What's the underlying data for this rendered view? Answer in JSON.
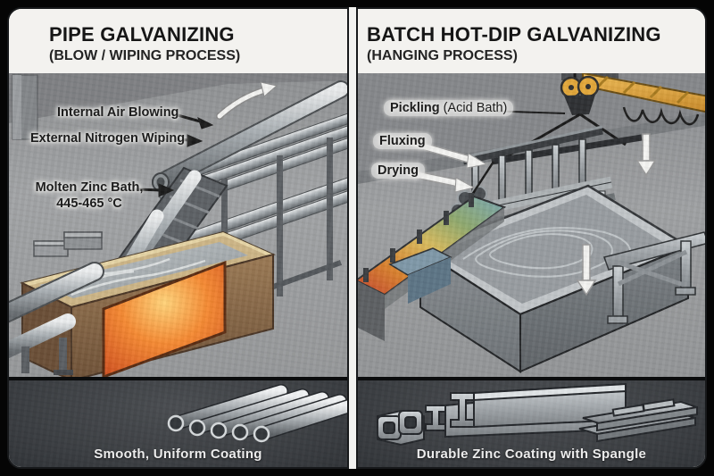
{
  "left_panel": {
    "title": "PIPE GALVANIZING",
    "subtitle": "(BLOW / WIPING PROCESS)",
    "labels": {
      "internal_air_blowing": "Internal Air Blowing",
      "external_nitrogen_wiping": "External Nitrogen Wiping",
      "molten_zinc_bath_line1": "Molten Zinc Bath,",
      "molten_zinc_bath_line2": "445-465 °C"
    },
    "caption": "Smooth, Uniform Coating"
  },
  "right_panel": {
    "title": "BATCH HOT-DIP GALVANIZING",
    "subtitle": "(HANGING PROCESS)",
    "labels": {
      "pickling": "Pickling",
      "pickling_note": "(Acid Bath)",
      "fluxing": "Fluxing",
      "drying": "Drying"
    },
    "caption": "Durable Zinc Coating with Spangle"
  },
  "colors": {
    "frame_bg": "#050505",
    "header_bg": "#f3f2ef",
    "title_text": "#161616",
    "floor_gray": "#9c9ea0",
    "bottom_panel_bg": "#3c3f43",
    "caption_text": "#ececec",
    "molten_glow": "#f07c2e",
    "zinc_surface": "#b5b8ba",
    "tank_rim_tan": "#cdb687",
    "tank_brown": "#8a6847",
    "crane_yellow": "#e2a438",
    "pickling_gradient": [
      "#c24530",
      "#d9822f",
      "#d8bb5e",
      "#8fa96f",
      "#5d9597",
      "#7aa7b5"
    ]
  }
}
